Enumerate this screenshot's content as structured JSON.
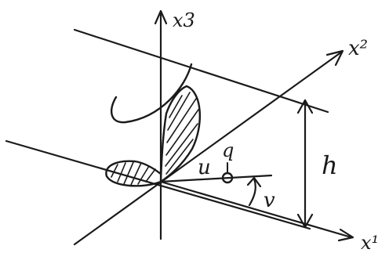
{
  "labels": {
    "x1": "x¹",
    "x2": "x²",
    "x3": "x3",
    "u": "u",
    "q": "q",
    "v": "v",
    "h": "h"
  },
  "colors": {
    "ink": "#1a1a1a",
    "background": "#ffffff"
  }
}
